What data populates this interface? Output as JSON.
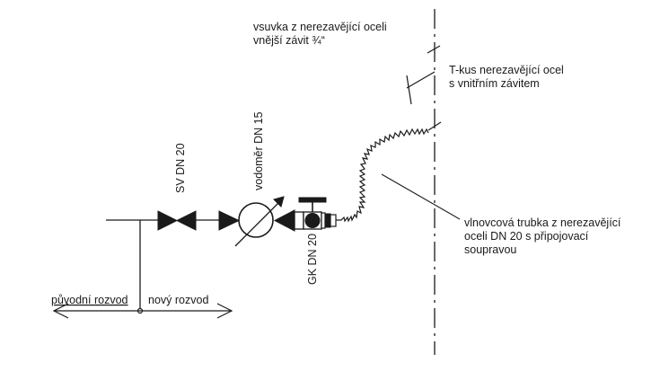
{
  "labels": {
    "sv": "SV DN 20",
    "vodomer": "vodoměr DN 15",
    "gk": "GK DN 20",
    "vsuvka_line1": "vsuvka z nerezavějící oceli",
    "vsuvka_line2": "vnější závit ¾“",
    "tkus_line1": "T-kus nerezavějící ocel",
    "tkus_line2": "s vnitřním závitem",
    "trubka_line1": "vlnovcová trubka z nerezavějící",
    "trubka_line2": "oceli DN 20 s připojovací",
    "trubka_line3": "soupravou",
    "puvodni": "původní rozvod",
    "novy": "nový rozvod"
  }
}
